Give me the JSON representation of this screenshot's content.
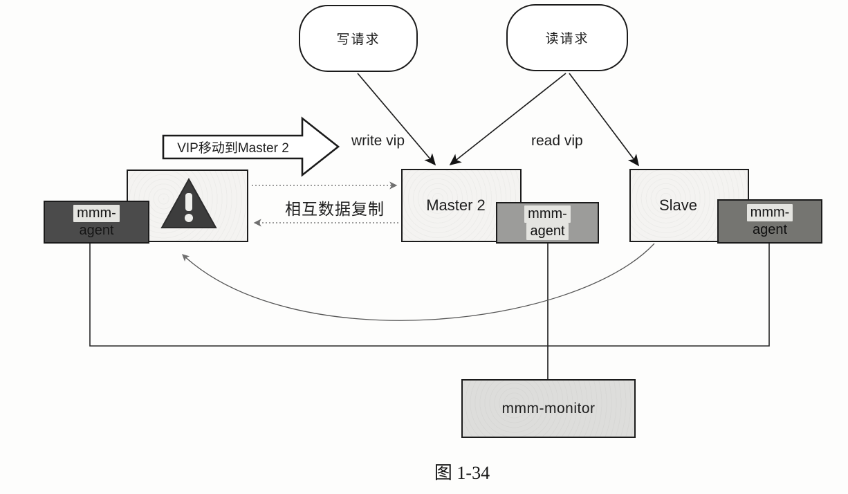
{
  "figure": {
    "caption": "图 1-34"
  },
  "nodes": {
    "write_request": "写请求",
    "read_request": "读请求",
    "master2": "Master 2",
    "slave": "Slave",
    "monitor": "mmm-monitor"
  },
  "agents": {
    "line1": "mmm-",
    "line2": "agent"
  },
  "labels": {
    "vip_move": "VIP移动到Master 2",
    "write_vip": "write vip",
    "read_vip": "read vip",
    "replication": "相互数据复制"
  },
  "icons": {
    "failed_master": "warning-triangle-icon"
  },
  "colors": {
    "line": "#1d1d1d",
    "dotted_line": "#7d7d7d",
    "agent_dark": "#4b4b4b",
    "agent_medium": "#9c9c9a",
    "agent_slate": "#757571",
    "agent_label_strip": "#e4e4e0",
    "monitor_bg": "#dddddb",
    "server_bg": "#f4f3f1",
    "warning_triangle": "#3d3d3d"
  }
}
